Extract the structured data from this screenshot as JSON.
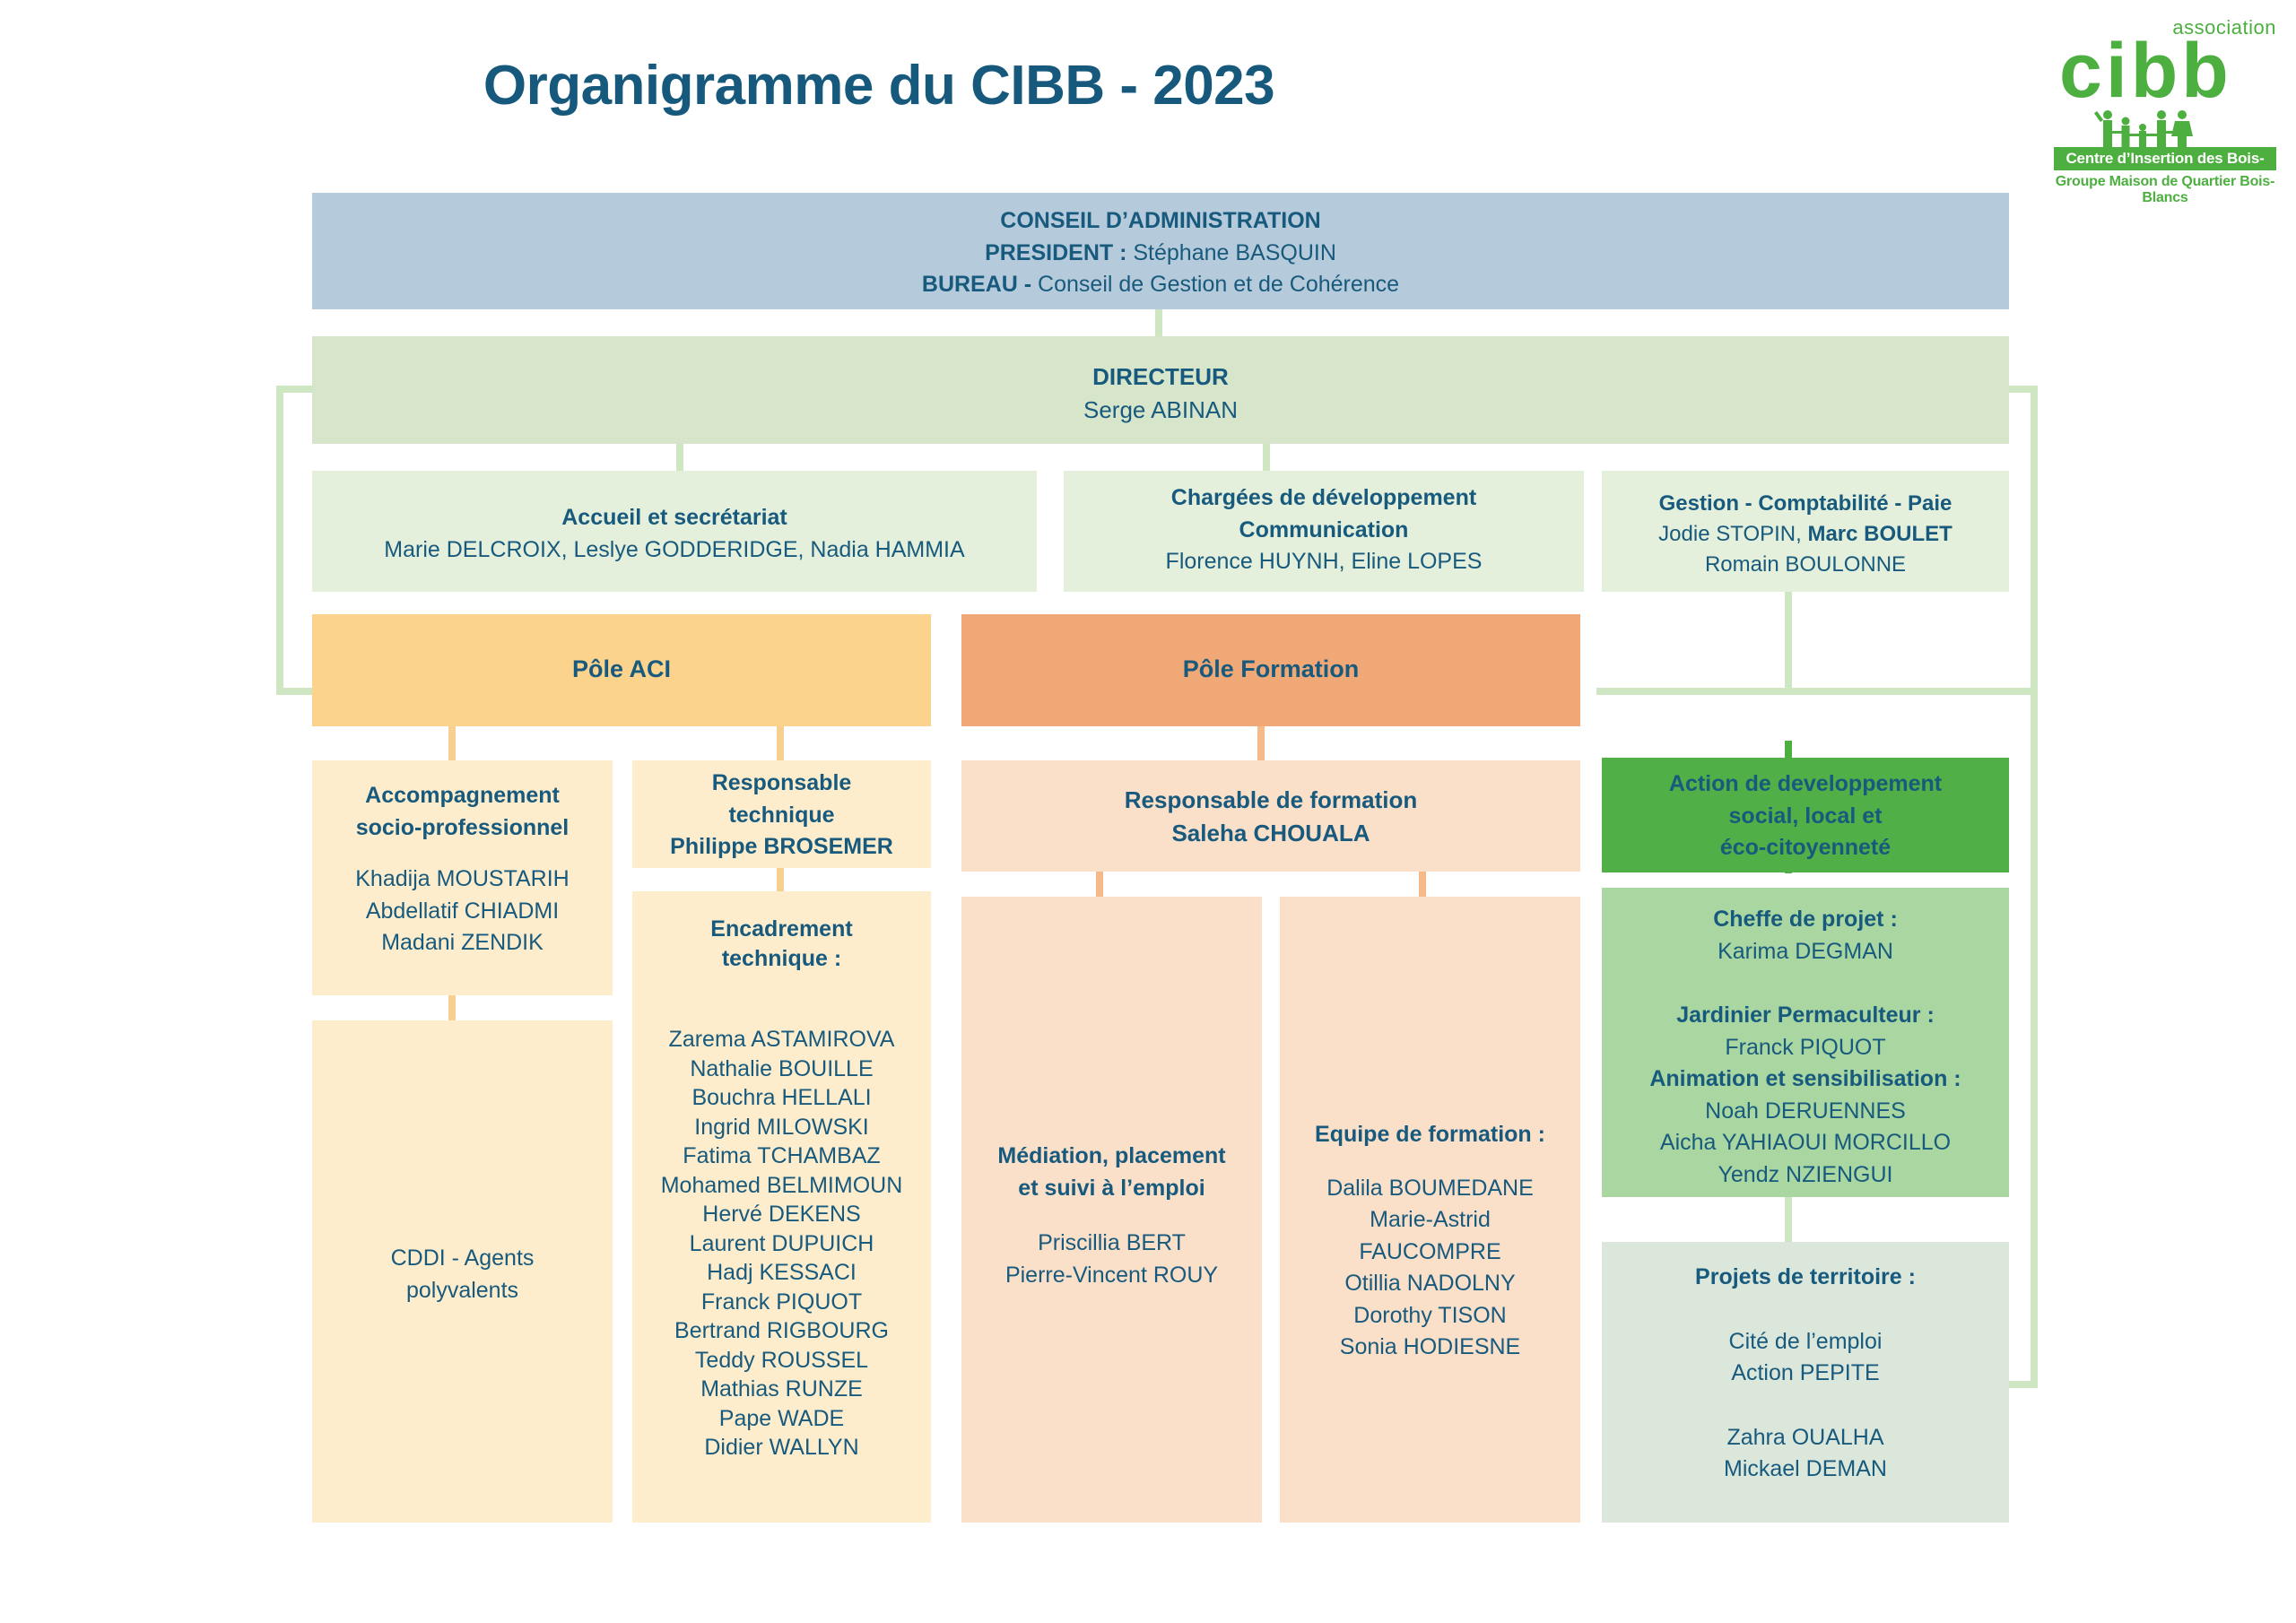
{
  "page": {
    "title": "Organigramme du CIBB - 2023"
  },
  "logo": {
    "association": "association",
    "wordmark": "cibb",
    "bar_text": "Centre d’Insertion des Bois-Blancs",
    "subtitle": "Groupe Maison de Quartier Bois-Blancs",
    "figures_icon": "people-group-icon"
  },
  "colors": {
    "brand_green": "#4caf3f",
    "text_blue": "#185a7d",
    "board_blue": "#b5cada",
    "director_green": "#d7e6cb",
    "pale_green": "#e4f0db",
    "aci_yellow": "#fbd38d",
    "aci_light": "#fdedcd",
    "formation_orange": "#f0a876",
    "formation_light": "#fadfc9",
    "action_green_dark": "#50af46",
    "action_green_mid": "#a9d6a1",
    "action_green_pale": "#dbe7db"
  },
  "chart_data": {
    "type": "table",
    "title": "Organigramme du CIBB - 2023",
    "nodes": [
      {
        "id": "board",
        "level": 0,
        "title": "CONSEIL D’ADMINISTRATION",
        "lines": [
          "PRESIDENT : Stéphane BASQUIN",
          "BUREAU - Conseil de Gestion et de Cohérence"
        ]
      },
      {
        "id": "director",
        "level": 1,
        "title": "DIRECTEUR",
        "lines": [
          "Serge ABINAN"
        ],
        "parent": "board"
      },
      {
        "id": "accueil",
        "level": 2,
        "title": "Accueil et secrétariat",
        "lines": [
          "Marie DELCROIX, Leslye GODDERIDGE, Nadia HAMMIA"
        ],
        "parent": "director"
      },
      {
        "id": "communication",
        "level": 2,
        "title": "Chargées de développement Communication",
        "lines": [
          "Florence HUYNH, Eline LOPES"
        ],
        "parent": "director"
      },
      {
        "id": "gestion",
        "level": 2,
        "title": "Gestion - Comptabilité - Paie",
        "lines": [
          "Jodie STOPIN, Marc BOULET",
          "Romain BOULONNE"
        ],
        "parent": "director"
      },
      {
        "id": "pole_aci",
        "level": 2,
        "title": "Pôle ACI",
        "parent": "director"
      },
      {
        "id": "pole_formation",
        "level": 2,
        "title": "Pôle Formation",
        "parent": "director"
      },
      {
        "id": "action_dev",
        "level": 2,
        "title": "Action de developpement social, local et éco-citoyenneté",
        "parent": "director"
      }
    ]
  },
  "board": {
    "line1": "CONSEIL D’ADMINISTRATION",
    "line2_label": "PRESIDENT :",
    "line2_value": " Stéphane BASQUIN",
    "line3_label": "BUREAU -",
    "line3_value": " Conseil de Gestion et de Cohérence"
  },
  "director": {
    "title": "DIRECTEUR",
    "name": "Serge ABINAN"
  },
  "accueil": {
    "title": "Accueil et secrétariat",
    "names": "Marie DELCROIX, Leslye GODDERIDGE, Nadia HAMMIA"
  },
  "communication": {
    "title_line1": "Chargées de développement",
    "title_line2": "Communication",
    "names": "Florence HUYNH, Eline LOPES"
  },
  "gestion": {
    "title": "Gestion - Comptabilité - Paie",
    "name_regular": "Jodie STOPIN, ",
    "name_bold": "Marc BOULET",
    "name_line2": "Romain BOULONNE"
  },
  "pole_aci": {
    "title": "Pôle ACI"
  },
  "pole_formation": {
    "title": "Pôle Formation"
  },
  "accompagnement": {
    "title_line1": "Accompagnement",
    "title_line2": "socio-professionnel",
    "names": [
      "Khadija MOUSTARIH",
      "Abdellatif CHIADMI",
      "Madani ZENDIK"
    ]
  },
  "cddi": {
    "line1": "CDDI - Agents",
    "line2": "polyvalents"
  },
  "responsable_technique": {
    "title_line1": "Responsable",
    "title_line2": "technique",
    "name": "Philippe BROSEMER"
  },
  "encadrement": {
    "title_line1": "Encadrement",
    "title_line2": "technique :",
    "names": [
      "Zarema ASTAMIROVA",
      "Nathalie BOUILLE",
      "Bouchra HELLALI",
      "Ingrid MILOWSKI",
      "Fatima TCHAMBAZ",
      "Mohamed BELMIMOUN",
      "Hervé DEKENS",
      "Laurent DUPUICH",
      "Hadj KESSACI",
      "Franck PIQUOT",
      "Bertrand RIGBOURG",
      "Teddy ROUSSEL",
      "Mathias RUNZE",
      "Pape WADE",
      "Didier WALLYN"
    ]
  },
  "responsable_formation": {
    "title": "Responsable de formation",
    "name": "Saleha CHOUALA"
  },
  "mediation": {
    "title_line1": "Médiation, placement",
    "title_line2": "et suivi à l’emploi",
    "names": [
      "Priscillia BERT",
      "Pierre-Vincent ROUY"
    ]
  },
  "equipe_formation": {
    "title": "Equipe de formation :",
    "names": [
      "Dalila BOUMEDANE",
      "Marie-Astrid",
      "FAUCOMPRE",
      "Otillia NADOLNY",
      "Dorothy TISON",
      "Sonia HODIESNE"
    ]
  },
  "action_dev": {
    "title_line1": "Action de developpement",
    "title_line2": "social, local et",
    "title_line3": "éco-citoyenneté"
  },
  "cheffe": {
    "label": "Cheffe de projet :",
    "name": "Karima DEGMAN",
    "label2": "Jardinier Permaculteur :",
    "name2": "Franck PIQUOT",
    "label3": "Animation et sensibilisation :",
    "names3": [
      "Noah DERUENNES",
      "Aicha  YAHIAOUI MORCILLO",
      "Yendz NZIENGUI"
    ]
  },
  "projets": {
    "title": "Projets de territoire :",
    "items": [
      "Cité de l’emploi",
      "Action PEPITE"
    ],
    "names": [
      "Zahra OUALHA",
      "Mickael DEMAN"
    ]
  }
}
